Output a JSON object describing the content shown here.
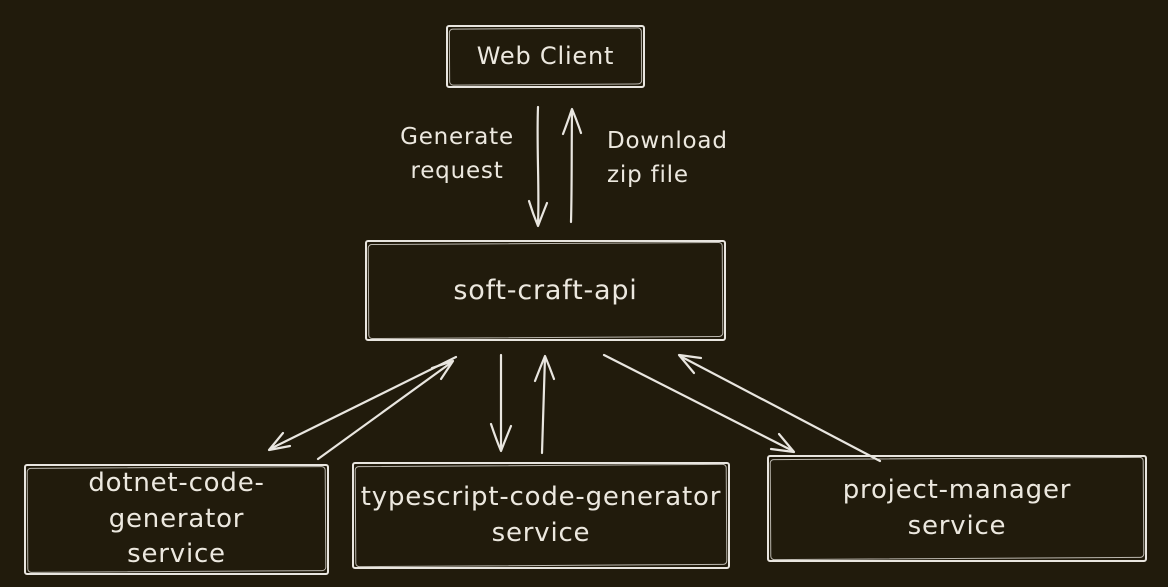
{
  "colors": {
    "background": "#211b0c",
    "stroke": "#e9e6e0",
    "text": "#ece8df"
  },
  "nodes": {
    "web_client": {
      "label": "Web Client"
    },
    "api": {
      "label": "soft-craft-api"
    },
    "dotnet": {
      "line1": "dotnet-code-generator",
      "line2": "service"
    },
    "typescript": {
      "line1": "typescript-code-generator",
      "line2": "service"
    },
    "project_manager": {
      "line1": "project-manager",
      "line2": "service"
    }
  },
  "edge_labels": {
    "generate": {
      "line1": "Generate",
      "line2": "request"
    },
    "download": {
      "line1": "Download",
      "line2": "zip file"
    }
  },
  "edges": [
    {
      "from": "Web Client",
      "to": "soft-craft-api",
      "label": "Generate request",
      "direction": "down"
    },
    {
      "from": "soft-craft-api",
      "to": "Web Client",
      "label": "Download zip file",
      "direction": "up"
    },
    {
      "from": "soft-craft-api",
      "to": "dotnet-code-generator service",
      "label": "",
      "direction": "down-left"
    },
    {
      "from": "dotnet-code-generator service",
      "to": "soft-craft-api",
      "label": "",
      "direction": "up-right"
    },
    {
      "from": "soft-craft-api",
      "to": "typescript-code-generator service",
      "label": "",
      "direction": "down"
    },
    {
      "from": "typescript-code-generator service",
      "to": "soft-craft-api",
      "label": "",
      "direction": "up"
    },
    {
      "from": "soft-craft-api",
      "to": "project-manager service",
      "label": "",
      "direction": "down-right"
    },
    {
      "from": "project-manager service",
      "to": "soft-craft-api",
      "label": "",
      "direction": "up-left"
    }
  ]
}
